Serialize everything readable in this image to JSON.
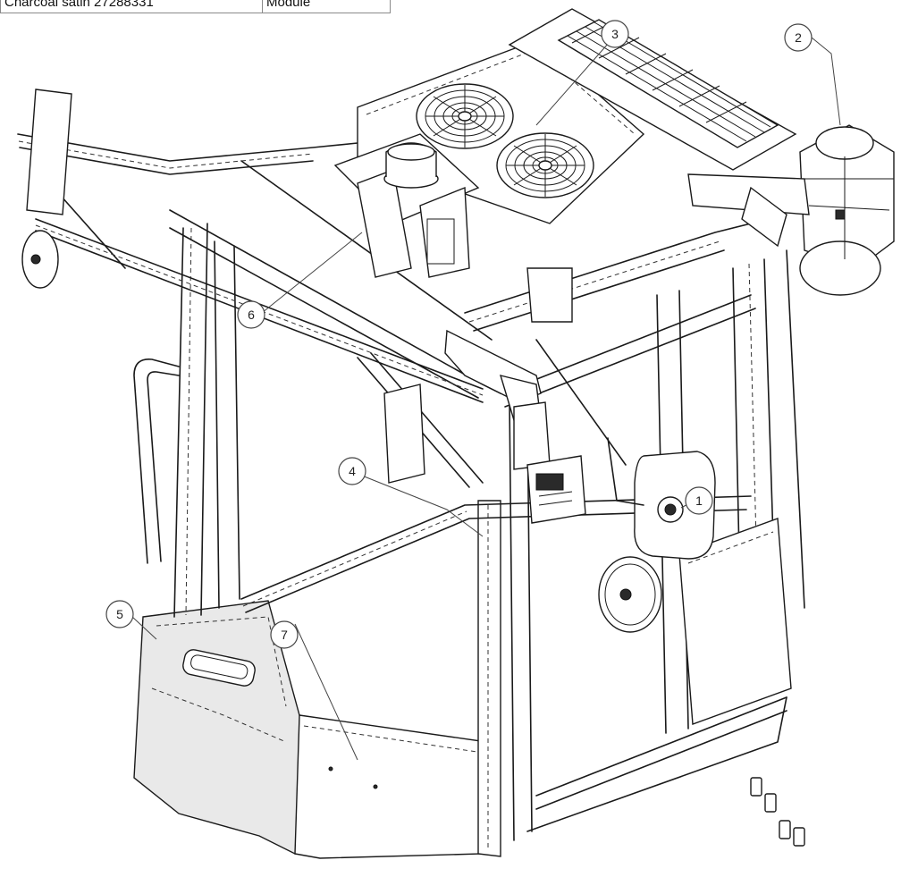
{
  "parts_table": {
    "rows": [
      {
        "description": "Charcoal satin 27288331",
        "type": "Module"
      }
    ]
  },
  "callouts": {
    "c1": "1",
    "c2": "2",
    "c3": "3",
    "c4": "4",
    "c5": "5",
    "c6": "6",
    "c7": "7"
  }
}
